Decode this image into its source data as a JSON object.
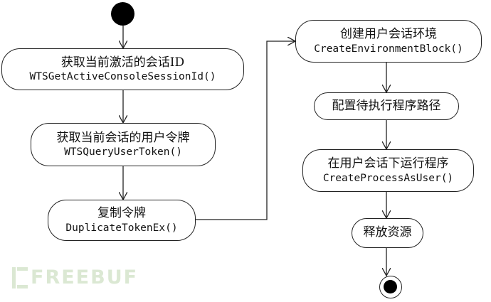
{
  "nodes": {
    "get_session": {
      "zh": "获取当前激活的会话ID",
      "api": "WTSGetActiveConsoleSessionId()"
    },
    "get_token": {
      "zh": "获取当前会话的用户令牌",
      "api": "WTSQueryUserToken()"
    },
    "duplicate_token": {
      "zh": "复制令牌",
      "api": "DuplicateTokenEx()"
    },
    "create_env": {
      "zh": "创建用户会话环境",
      "api": "CreateEnvironmentBlock()"
    },
    "config_path": {
      "zh": "配置待执行程序路径"
    },
    "run_process": {
      "zh": "在用户会话下运行程序",
      "api": "CreateProcessAsUser()"
    },
    "release": {
      "zh": "释放资源"
    }
  },
  "watermark": {
    "text": "FREEBUF"
  },
  "colors": {
    "line": "#222222",
    "watermark": "#dbe8d3"
  }
}
